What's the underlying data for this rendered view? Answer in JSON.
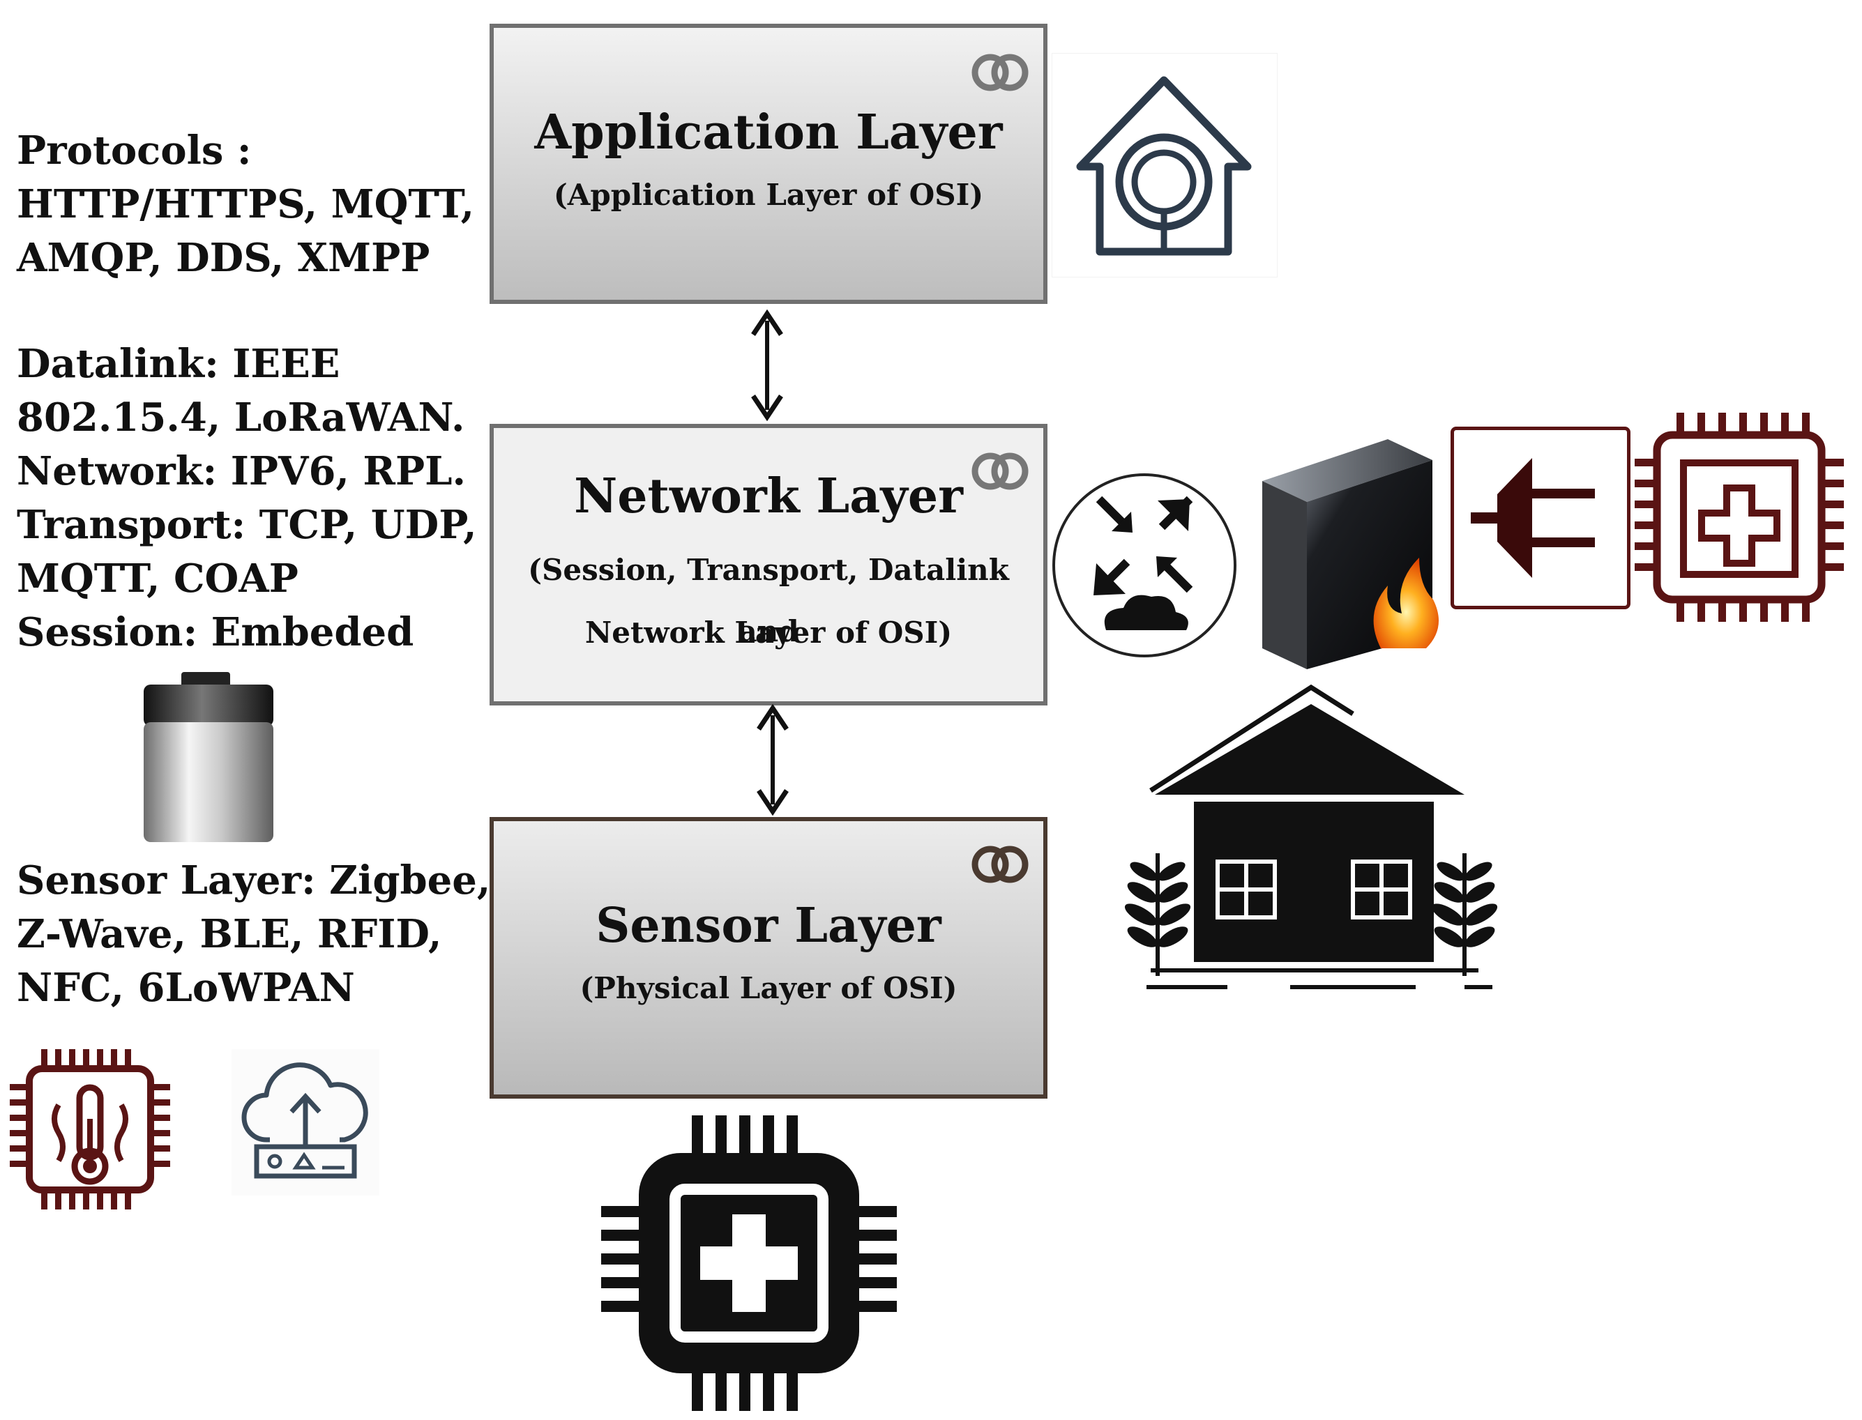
{
  "left_panel": {
    "protocols_lines": [
      "Protocols :",
      "HTTP/HTTPS, MQTT,",
      "AMQP, DDS, XMPP"
    ],
    "network_lines": [
      "Datalink: IEEE",
      "802.15.4, LoRaWAN.",
      "Network: IPV6, RPL.",
      "Transport: TCP, UDP,",
      "MQTT, COAP",
      "Session: Embeded"
    ],
    "sensor_lines": [
      "Sensor Layer: Zigbee,",
      "Z-Wave, BLE, RFID,",
      "NFC, 6LoWPAN"
    ]
  },
  "layers": {
    "application": {
      "title": "Application Layer",
      "subtitle": "(Application Layer of OSI)"
    },
    "network": {
      "title": "Network Layer",
      "subtitle_line1": "(Session, Transport, Datalink and",
      "subtitle_line2": "Network Layer of OSI)"
    },
    "sensor": {
      "title": "Sensor Layer",
      "subtitle": "(Physical Layer of OSI)"
    }
  },
  "icons": [
    "home-assistant-icon",
    "router-icon",
    "firewall-icon",
    "plug-icon",
    "medical-chip-icon",
    "house-icon",
    "battery-icon",
    "temperature-chip-icon",
    "cloud-device-icon",
    "health-chip-icon",
    "link-icon"
  ],
  "colors": {
    "chip_red": "#5a1414",
    "box_border": "#707070",
    "sensor_border": "#4a3a30"
  }
}
